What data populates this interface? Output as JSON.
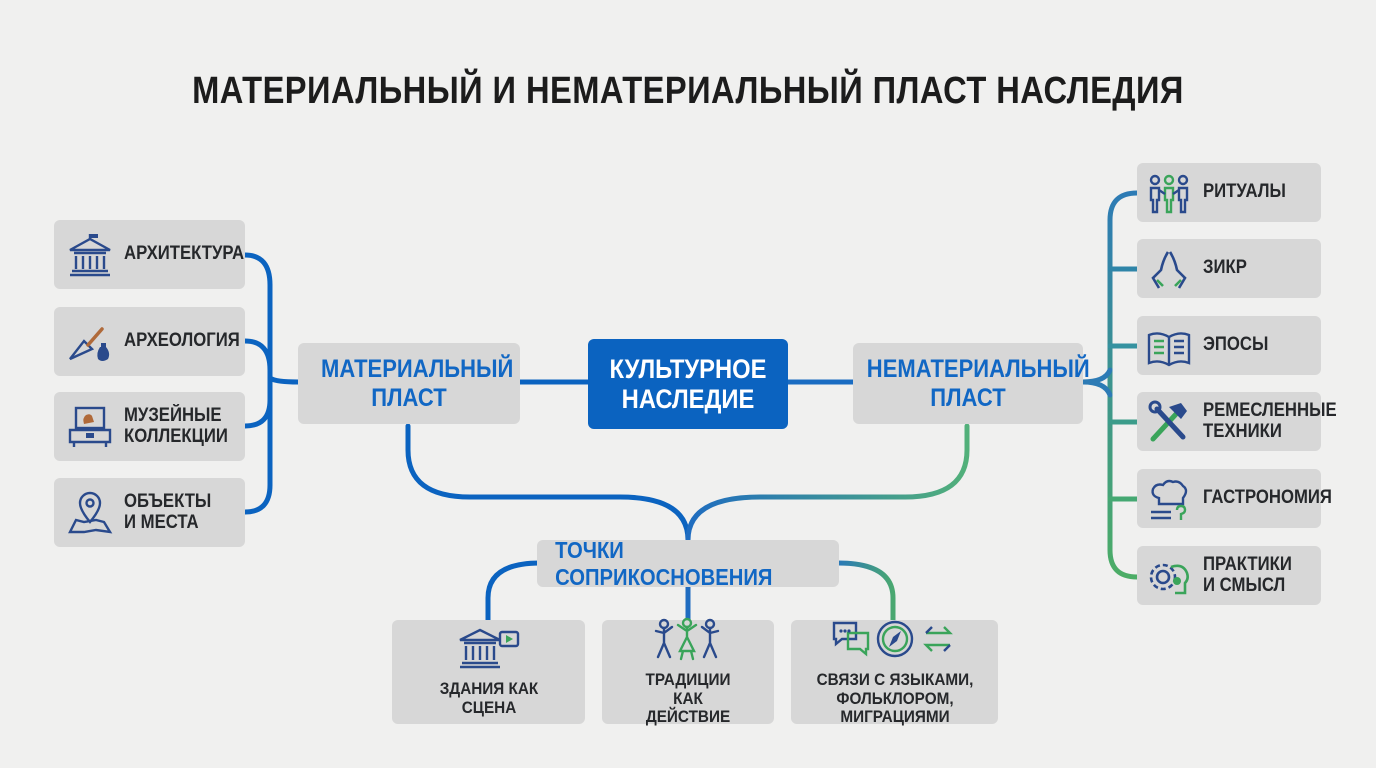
{
  "title": "МАТЕРИАЛЬНЫЙ И НЕМАТЕРИАЛЬНЫЙ ПЛАСТ НАСЛЕДИЯ",
  "center": {
    "label": "КУЛЬТУРНОЕ НАСЛЕДИЕ"
  },
  "material": {
    "label": "МАТЕРИАЛЬНЫЙ ПЛАСТ",
    "items": [
      {
        "label": "АРХИТЕКТУРА",
        "icon": "building-columns-icon"
      },
      {
        "label": "АРХЕОЛОГИЯ",
        "icon": "trowel-pottery-icon"
      },
      {
        "label": "МУЗЕЙНЫЕ КОЛЛЕКЦИИ",
        "icon": "museum-display-icon"
      },
      {
        "label": "ОБЪЕКТЫ И МЕСТА",
        "icon": "map-pin-icon"
      }
    ]
  },
  "intangible": {
    "label": "НЕМАТЕРИАЛЬНЫЙ ПЛАСТ",
    "items": [
      {
        "label": "РИТУАЛЫ",
        "icon": "people-group-icon"
      },
      {
        "label": "ЗИКР",
        "icon": "praying-hands-icon"
      },
      {
        "label": "ЭПОСЫ",
        "icon": "open-book-icon"
      },
      {
        "label": "РЕМЕСЛЕННЫЕ ТЕХНИКИ",
        "icon": "hammer-wrench-icon"
      },
      {
        "label": "ГАСТРОНОМИЯ",
        "icon": "chef-hat-icon"
      },
      {
        "label": "ПРАКТИКИ И СМЫСЛ",
        "icon": "gear-head-icon"
      }
    ]
  },
  "contact": {
    "label": "ТОЧКИ СОПРИКОСНОВЕНИЯ",
    "items": [
      {
        "label": "ЗДАНИЯ КАК СЦЕНА",
        "icon": "building-play-icon"
      },
      {
        "label": "ТРАДИЦИИ КАК ДЕЙСТВИЕ",
        "icon": "dancing-people-icon"
      },
      {
        "label": "СВЯЗИ С ЯЗЫКАМИ, ФОЛЬКЛОРОМ, МИГРАЦИЯМИ",
        "icon": "chat-compass-arrows-icon"
      }
    ]
  },
  "colors": {
    "background": "#f0f0ef",
    "box": "#d7d7d7",
    "center_fill": "#0b63c0",
    "material_accent": "#1167c4",
    "intangible_accent": "#3aa45a"
  }
}
